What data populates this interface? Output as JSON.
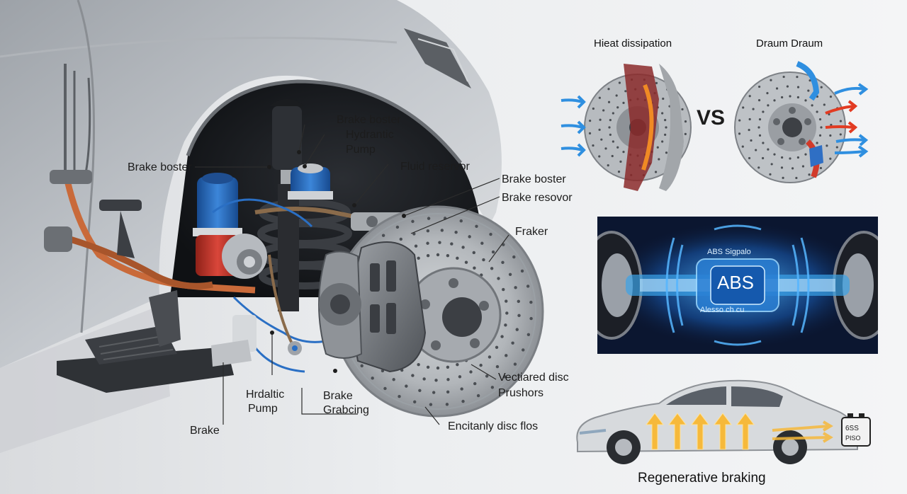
{
  "labels": {
    "brake_boster_top": "Brake boster",
    "hydrantic": "Hydrantic",
    "pump_top": "Pump",
    "brake_boster_left": "Brake boster",
    "fluid_reservor": "Fluid reservor",
    "brake_boster_right": "Brake boster",
    "brake_resovor": "Brake resovor",
    "fraker": "Fraker",
    "vectiared_disc": "Vectiared disc",
    "prushors": "Prushors",
    "hrdaltic": "Hrdaltic",
    "pump_bottom": "Pump",
    "brake_mid": "Brake",
    "grabcing": "Grabcing",
    "brake_bottom": "Brake",
    "encitanly_disc_flos": "Encitanly disc flos"
  },
  "comparison": {
    "left_title": "Hieat dissipation",
    "right_title": "Draum Draum",
    "vs": "VS"
  },
  "abs_panel": {
    "main": "ABS",
    "top_text": "ABS Sigpalo",
    "bottom_text": "Alesso ch cu"
  },
  "regen": {
    "title": "Regenerative braking",
    "battery_text_top": "6SS",
    "battery_text_bottom": "PISO"
  },
  "colors": {
    "rotor": "#b9bcc0",
    "caliper": "#6f7378",
    "reservoir_blue": "#2a6fc4",
    "reservoir_red": "#c8392b",
    "hose": "#c96a3a",
    "abs_glow": "#39a8ff",
    "heat_blue": "#2f8fe0",
    "heat_red": "#e23b22",
    "regen_arrow": "#f6b93b"
  }
}
